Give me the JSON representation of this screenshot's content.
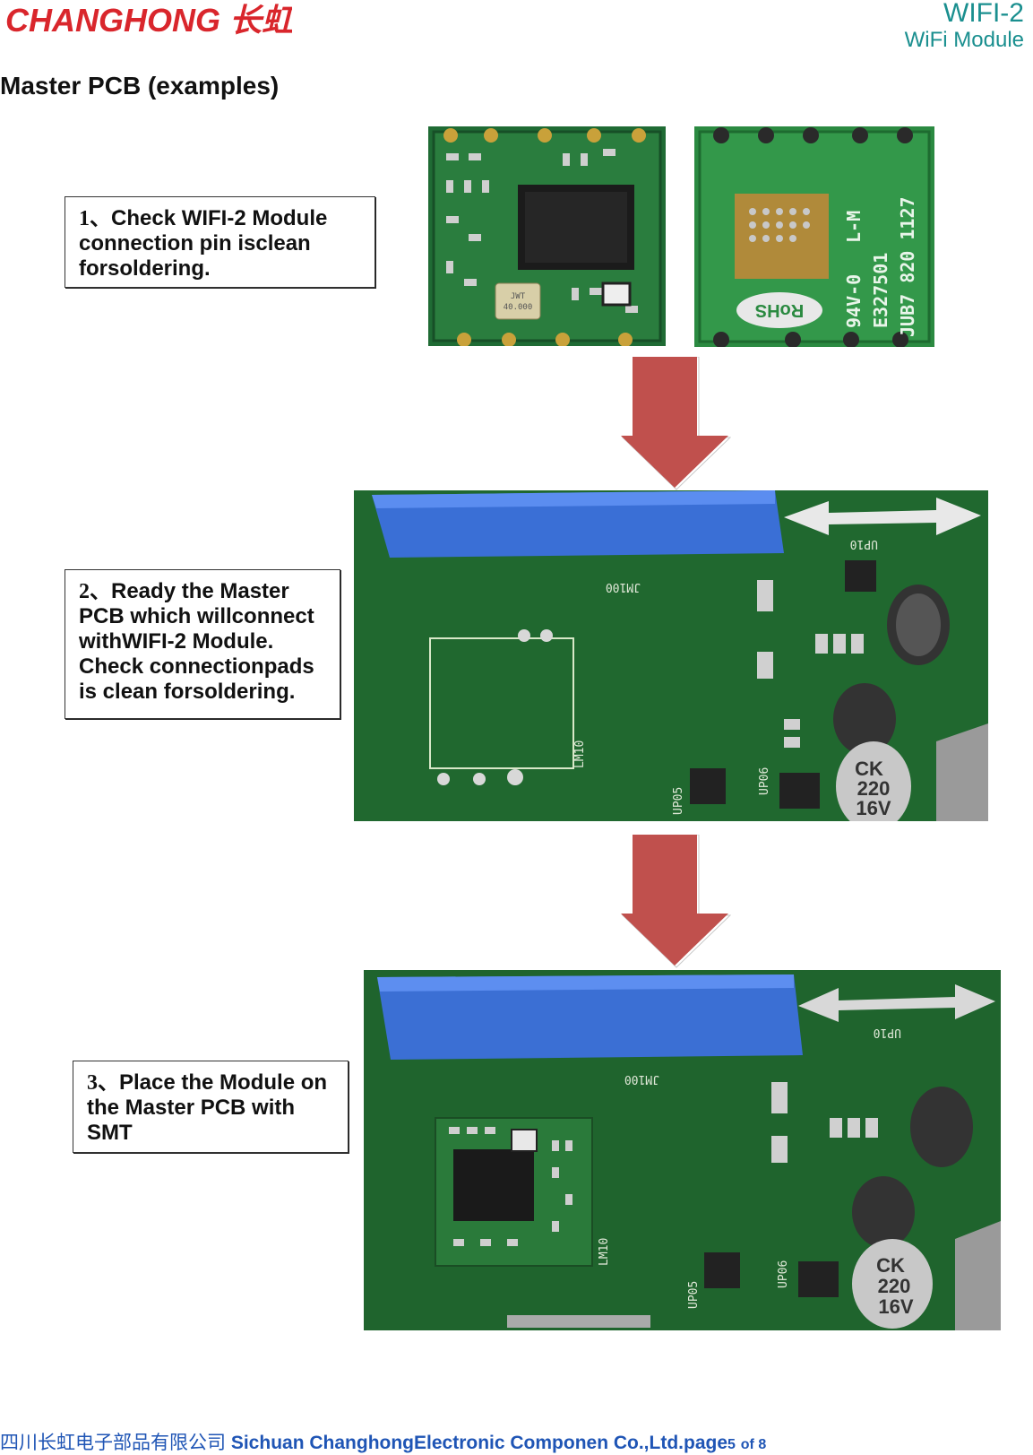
{
  "header": {
    "logo_text": "CHANGHONG 长虹",
    "doc_code": "WIFI-2",
    "doc_subtitle": "WiFi Module"
  },
  "section_title": "Master PCB (examples)",
  "steps": [
    {
      "num": "1、",
      "text": "Check WIFI-2 Module connection pin isclean forsoldering."
    },
    {
      "num": "2、",
      "text": "Ready the Master PCB which willconnect withWIFI-2 Module. Check connectionpads is clean forsoldering."
    },
    {
      "num": "3、",
      "text": "Place the Module on the Master PCB with SMT"
    }
  ],
  "photos": {
    "module_front": {
      "crystal_text": [
        "JWT",
        "40.000"
      ]
    },
    "module_back": {
      "rohs": "RoHS",
      "lines": [
        "94V-0",
        "E327501",
        "L-M",
        "JUB7 820 1127"
      ]
    },
    "master_pcb": {
      "labels": [
        "UP10",
        "JM100",
        "LM10",
        "UP06",
        "UP05"
      ],
      "cap_text": [
        "CK",
        "220",
        "16V"
      ]
    }
  },
  "colors": {
    "brand_red": "#d9262c",
    "header_teal": "#1a8f8f",
    "arrow_red": "#c0504d",
    "footer_blue": "#1f55b5"
  },
  "footer": {
    "chinese": "四川长虹电子部品有限公司",
    "company": "Sichuan ChanghongElectronic Componen Co.,Ltd.",
    "page_word": "page",
    "page_num": "5",
    "page_rest": "of 8"
  }
}
